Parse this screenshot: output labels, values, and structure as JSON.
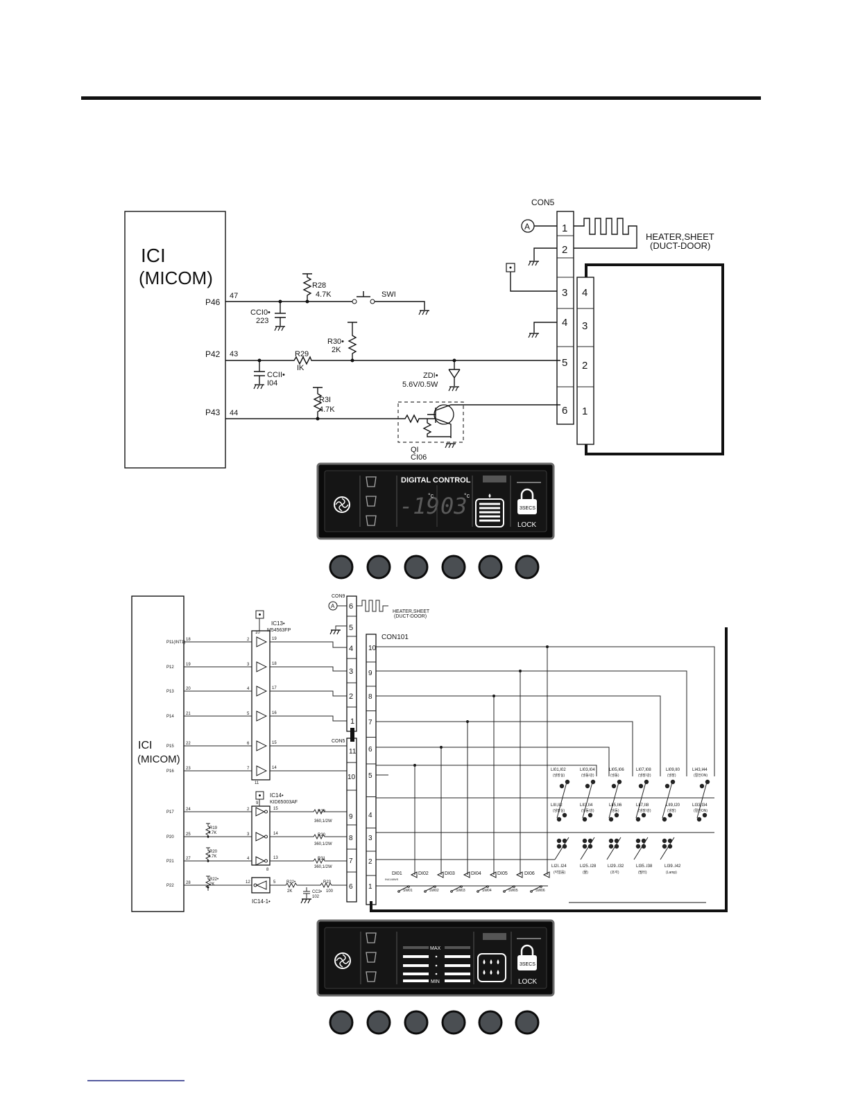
{
  "upper": {
    "ic_label": "ICI",
    "ic_sub": "(MICOM)",
    "pins": [
      "P46",
      "P42",
      "P43"
    ],
    "pin_numbers": [
      "47",
      "43",
      "44"
    ],
    "con_name": "CON5",
    "con_left_numbers": [
      "1",
      "2",
      "3",
      "4",
      "5",
      "6"
    ],
    "con_right_numbers": [
      "4",
      "3",
      "2",
      "1"
    ],
    "marker": "A",
    "heater": "HEATER,SHEET",
    "heater_sub": "(DUCT-DOOR)",
    "r28": "R28",
    "r28_val": "4.7K",
    "sw": "SWI",
    "cc10": "CCI0•",
    "cc10_val": "223",
    "r30": "R30•",
    "r30_val": "2K",
    "r29": "R29",
    "r29_val": "IK",
    "cc11": "CCII•",
    "cc11_val": "I04",
    "zd": "ZDI•",
    "zd_val": "5.6V/0.5W",
    "r31": "R3I",
    "r31_val": "4.7K",
    "q": "QI",
    "q_val": "CI06"
  },
  "panel1": {
    "title": "DIGITAL CONTROL",
    "temp1": "-19",
    "temp2": "03",
    "unit": "°c",
    "lock_badge": "3SECS",
    "lock": "LOCK"
  },
  "lower": {
    "ic_label": "ICI",
    "ic_sub": "(MICOM)",
    "pins": [
      "P11(INT1)",
      "P12",
      "P13",
      "P14",
      "P15",
      "P16",
      "P17",
      "P20",
      "P21",
      "P22"
    ],
    "pin_numbers": [
      "18",
      "19",
      "20",
      "21",
      "22",
      "23",
      "24",
      "25",
      "27",
      "28"
    ],
    "ic13": "IC13•",
    "ic13_part": "M54563FP",
    "ic13_top": "10",
    "ic13_bottom": "11",
    "ic13_in": [
      "2",
      "3",
      "4",
      "5",
      "6",
      "7"
    ],
    "ic13_out": [
      "19",
      "18",
      "17",
      "16",
      "15",
      "14"
    ],
    "ic14": "IC14•",
    "ic14_part": "KID65003AF",
    "ic14_top": "9",
    "ic14_bottom": "8",
    "ic14_in": [
      "2",
      "3",
      "4"
    ],
    "ic14_out": [
      "15",
      "14",
      "13"
    ],
    "ic14_1": "IC14-1•",
    "ic14_1_pins": [
      "12",
      "5"
    ],
    "r19": "R19",
    "r19_val": "4.7K",
    "r20": "R20",
    "r20_val": "4.7K",
    "r22": "R22•",
    "r22_val": "2K",
    "r22b": "R22•",
    "r22b_val": "2K",
    "r29": "R29",
    "r29_val": "360,1/2W",
    "r30": "R30",
    "r30_val": "360,1/2W",
    "r31": "R31",
    "r31_val": "360,1/2W",
    "r23": "R23",
    "r23_val": "100",
    "cc3": "CC3•",
    "cc3_val": "102",
    "con9": "CON9",
    "con9_numbers": [
      "6",
      "5",
      "4",
      "3",
      "2",
      "1"
    ],
    "con5": "CON5",
    "con5_numbers": [
      "11",
      "10",
      "9",
      "8",
      "7",
      "6"
    ],
    "con101": "CON101",
    "con101_numbers": [
      "10",
      "9",
      "8",
      "7",
      "6",
      "5",
      "4",
      "3",
      "2",
      "1"
    ],
    "marker": "A",
    "heater": "HEATER,SHEET",
    "heater_sub": "(DUCT-DOOR)",
    "diodes": [
      "DI01",
      "DI02",
      "DI03",
      "DI04",
      "DI05",
      "DI06"
    ],
    "diode_part": "IN4148WS",
    "switches": [
      "SW01",
      "SW02",
      "SW03",
      "SW04",
      "SW05",
      "SW06"
    ],
    "led_row1": [
      "LI01,I02",
      "LI03,I04",
      "LI05,I06",
      "LI07,I08",
      "LI09,II0",
      "LI43,I44"
    ],
    "led_row1_sub": [
      "(냉장실)",
      "(냉동/강)",
      "(냉동)",
      "(냉장/강)",
      "(냉장)",
      "(절전ON)"
    ],
    "led_row2": [
      "LIII,II2",
      "LII3,II4",
      "LII5,II6",
      "LII7,II8",
      "LII9,I20",
      "LI33,I34"
    ],
    "led_row2_sub": [
      "(냉장실)",
      "(냉동/강)",
      "(냉동)",
      "(냉장/강)",
      "(냉장)",
      "(절전ON)"
    ],
    "led_row3": [
      "LI2I..I24",
      "LI25..I28",
      "LI29..I32",
      "LI35..I38",
      "LI39..I42"
    ],
    "led_row3_sub": [
      "(각얼음)",
      "(물)",
      "(조각)",
      "(필터)",
      "(Lamp)"
    ]
  },
  "panel2": {
    "max": "MAX",
    "min": "MIN",
    "lock_badge": "3SECS",
    "lock": "LOCK"
  }
}
